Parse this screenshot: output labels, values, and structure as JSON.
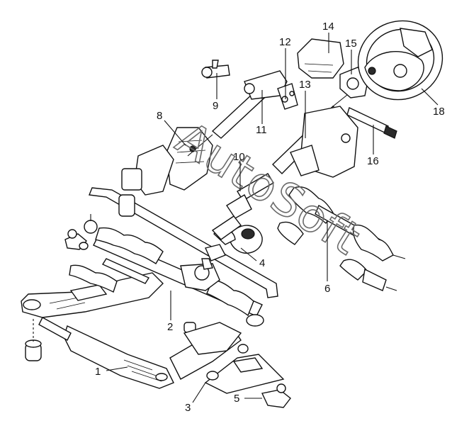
{
  "watermark": "AutoSoft",
  "callouts": [
    {
      "id": "1",
      "label": "1"
    },
    {
      "id": "2",
      "label": "2"
    },
    {
      "id": "3",
      "label": "3"
    },
    {
      "id": "4",
      "label": "4"
    },
    {
      "id": "5",
      "label": "5"
    },
    {
      "id": "6",
      "label": "6"
    },
    {
      "id": "8",
      "label": "8"
    },
    {
      "id": "9",
      "label": "9"
    },
    {
      "id": "10",
      "label": "10"
    },
    {
      "id": "11",
      "label": "11"
    },
    {
      "id": "12",
      "label": "12"
    },
    {
      "id": "13",
      "label": "13"
    },
    {
      "id": "14",
      "label": "14"
    },
    {
      "id": "15",
      "label": "15"
    },
    {
      "id": "16",
      "label": "16"
    },
    {
      "id": "18",
      "label": "18"
    }
  ]
}
